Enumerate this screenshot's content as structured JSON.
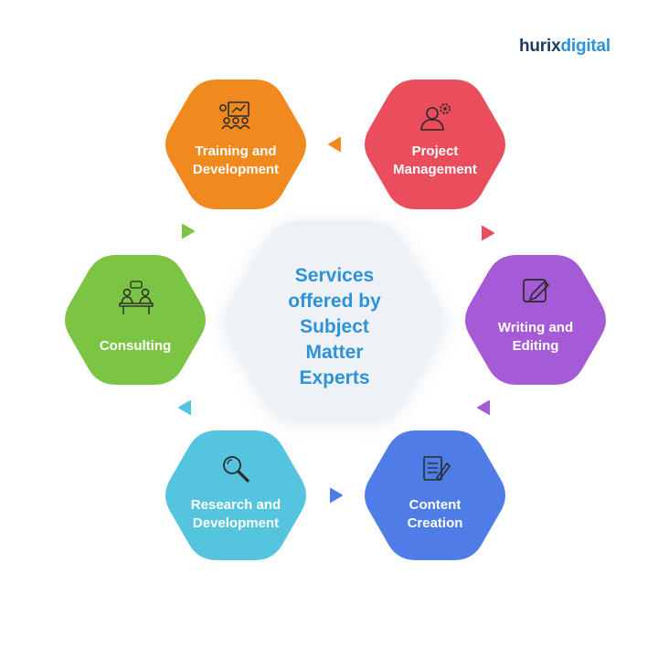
{
  "logo": {
    "part1": "hurix",
    "part2": "digital",
    "color1": "#1f3a5f",
    "color2": "#2d93d6"
  },
  "center": {
    "lines": [
      "Services",
      "offered by",
      "Subject",
      "Matter",
      "Experts"
    ],
    "text_color": "#2d93d6",
    "fill": "#eef2f7"
  },
  "services": [
    {
      "lines": [
        "Training and",
        "Development"
      ],
      "color": "#f08a1e",
      "icon": "presentation-icon",
      "arrow_color": "#f08a1e"
    },
    {
      "lines": [
        "Project",
        "Management"
      ],
      "color": "#ea4d5c",
      "icon": "manager-gear-icon",
      "arrow_color": "#ea4d5c"
    },
    {
      "lines": [
        "Writing and",
        "Editing"
      ],
      "color": "#a55ad6",
      "icon": "edit-pencil-icon",
      "arrow_color": "#a55ad6"
    },
    {
      "lines": [
        "Content",
        "Creation"
      ],
      "color": "#4f7de8",
      "icon": "document-pen-icon",
      "arrow_color": "#4f7de8"
    },
    {
      "lines": [
        "Research and",
        "Development"
      ],
      "color": "#55c4de",
      "icon": "magnifier-icon",
      "arrow_color": "#55c4de"
    },
    {
      "lines": [
        "Consulting"
      ],
      "color": "#7cc443",
      "icon": "consulting-desk-icon",
      "arrow_color": "#7cc443"
    }
  ]
}
